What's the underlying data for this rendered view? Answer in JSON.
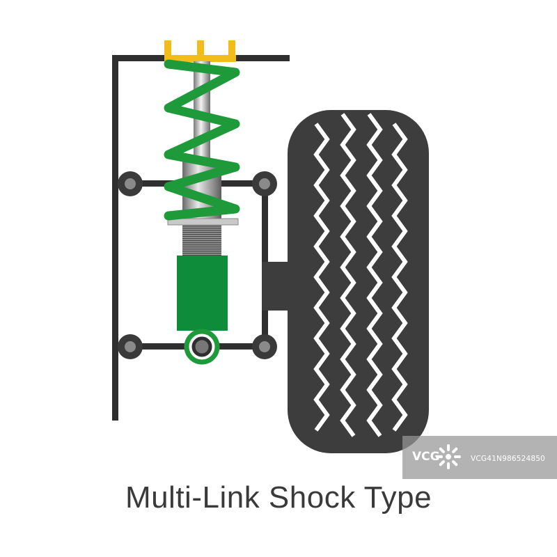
{
  "title": "Multi-Link Shock Type",
  "watermark": {
    "logo": "VCG",
    "id": "VCG41N986524850"
  },
  "colors": {
    "frame": "#2f2f2f",
    "joint": "#3a3a3a",
    "spring": "#1e9a3a",
    "damper_body": "#0f8c3a",
    "mount": "#f2bc1b",
    "tire": "#3d3d3d",
    "tread": "#ffffff"
  },
  "icons": [
    "vcg-watermark-icon"
  ]
}
